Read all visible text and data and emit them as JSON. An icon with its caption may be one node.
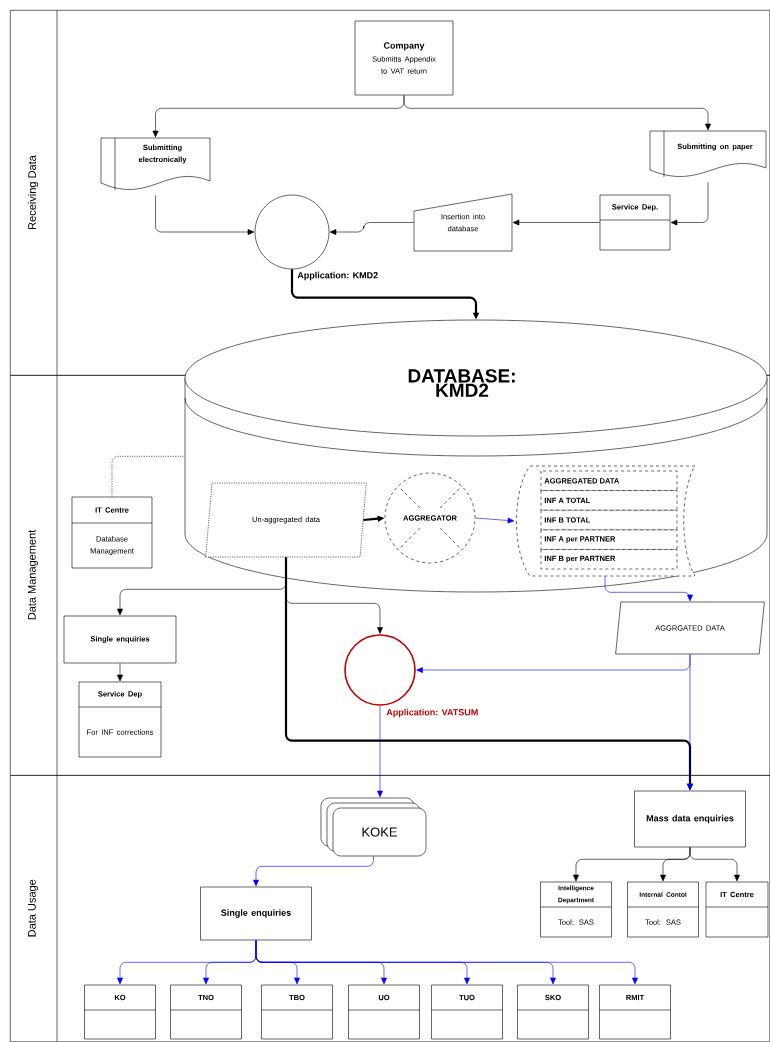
{
  "diagram": {
    "nodes": [
      {
        "text": [
          "Receiving Data"
        ]
      },
      {
        "text": [
          "Data Management"
        ]
      },
      {
        "text": [
          "Data Usage"
        ]
      },
      {
        "text": [
          "Company",
          "Submitts Appendix to VAT return"
        ],
        "in": 0
      },
      {
        "text": [
          "Submitting electronically"
        ],
        "in": 0
      },
      {
        "text": [
          "Submitting on paper"
        ],
        "in": 0
      },
      {
        "text": [
          "Service Dep."
        ],
        "in": 0
      },
      {
        "text": [
          "Insertion into database"
        ],
        "in": 0
      },
      {
        "text": [],
        "shape": "circle",
        "beside": [
          "Application: KMD2"
        ],
        "in": 0
      },
      {
        "text": [
          "DATABASE: KMD2"
        ]
      },
      {
        "text": [
          "IT Centre",
          "Database Management"
        ],
        "in": 1
      },
      {
        "text": [
          "Un-aggregated data"
        ],
        "in": 1
      },
      {
        "text": [
          "AGGREGATOR"
        ],
        "in": 1
      },
      {
        "text": [
          "AGGREGATED DATA",
          "INF A TOTAL",
          "INF B TOTAL",
          "INF A per PARTNER",
          "INF B per PARTNER"
        ],
        "in": 1
      },
      {
        "text": [
          "Single enquiries"
        ],
        "in": 1
      },
      {
        "text": [
          "Service Dep",
          "For INF corrections"
        ],
        "in": 1
      },
      {
        "text": [],
        "shape": "circle",
        "beside": [
          "Application: VATSUM"
        ],
        "in": 1
      },
      {
        "text": [
          "AGGRGATED DATA"
        ],
        "in": 1
      },
      {
        "text": [
          "KOKE"
        ],
        "in": 2
      },
      {
        "text": [
          "Mass data enquiries"
        ],
        "in": 2
      },
      {
        "text": [
          "Intelligence Department",
          "Tool: SAS"
        ],
        "in": 2
      },
      {
        "text": [
          "Internal Contol",
          "Tool: SAS"
        ],
        "in": 2
      },
      {
        "text": [
          "IT Centre"
        ],
        "in": 2
      },
      {
        "text": [
          "Single enquiries"
        ],
        "in": 2
      },
      {
        "text": [
          "KO"
        ],
        "in": 2
      },
      {
        "text": [
          "TNO"
        ],
        "in": 2
      },
      {
        "text": [
          "TBO"
        ],
        "in": 2
      },
      {
        "text": [
          "UO"
        ],
        "in": 2
      },
      {
        "text": [
          "TUO"
        ],
        "in": 2
      },
      {
        "text": [
          "SKO"
        ],
        "in": 2
      },
      {
        "text": [
          "RMIT"
        ],
        "in": 2
      }
    ],
    "edges": [
      {
        "from": 3,
        "to": 4,
        "arrow": "to"
      },
      {
        "from": 3,
        "to": 5,
        "arrow": "to"
      },
      {
        "from": 4,
        "to": 8,
        "arrow": "to"
      },
      {
        "from": 5,
        "to": 6,
        "arrow": "to"
      },
      {
        "from": 6,
        "to": 7,
        "arrow": "to"
      },
      {
        "from": 7,
        "to": 8,
        "arrow": "to"
      },
      {
        "from": 8,
        "to": 9,
        "arrow": "to",
        "style": "thick"
      },
      {
        "from": 10,
        "to": 9,
        "arrow": "none",
        "style": "dashed"
      },
      {
        "from": 11,
        "to": 12,
        "arrow": "to",
        "style": "thick"
      },
      {
        "from": 12,
        "to": 13,
        "arrow": "to",
        "color": "#0000ff"
      },
      {
        "from": 11,
        "to": 14,
        "arrow": "to"
      },
      {
        "from": 11,
        "to": 16,
        "arrow": "to"
      },
      {
        "from": 11,
        "to": 19,
        "arrow": "to",
        "style": "thick"
      },
      {
        "from": 13,
        "to": 17,
        "arrow": "to",
        "color": "#0000ff"
      },
      {
        "from": 17,
        "to": 16,
        "arrow": "to",
        "color": "#0000ff"
      },
      {
        "from": 17,
        "to": 19,
        "arrow": "to",
        "color": "#0000ff"
      },
      {
        "from": 14,
        "to": 15,
        "arrow": "to"
      },
      {
        "from": 16,
        "to": 18,
        "arrow": "to",
        "color": "#0000ff"
      },
      {
        "from": 18,
        "to": 23,
        "arrow": "to",
        "color": "#0000ff"
      },
      {
        "from": 19,
        "to": 20,
        "arrow": "to"
      },
      {
        "from": 19,
        "to": 21,
        "arrow": "to"
      },
      {
        "from": 19,
        "to": 22,
        "arrow": "to"
      },
      {
        "from": 23,
        "to": 24,
        "arrow": "to",
        "color": "#0000ff"
      },
      {
        "from": 23,
        "to": 25,
        "arrow": "to",
        "color": "#0000ff"
      },
      {
        "from": 23,
        "to": 26,
        "arrow": "to",
        "color": "#0000ff"
      },
      {
        "from": 23,
        "to": 27,
        "arrow": "to",
        "color": "#0000ff"
      },
      {
        "from": 23,
        "to": 28,
        "arrow": "to",
        "color": "#0000ff"
      },
      {
        "from": 23,
        "to": 29,
        "arrow": "to",
        "color": "#0000ff"
      },
      {
        "from": 23,
        "to": 30,
        "arrow": "to",
        "color": "#0000ff"
      }
    ]
  }
}
